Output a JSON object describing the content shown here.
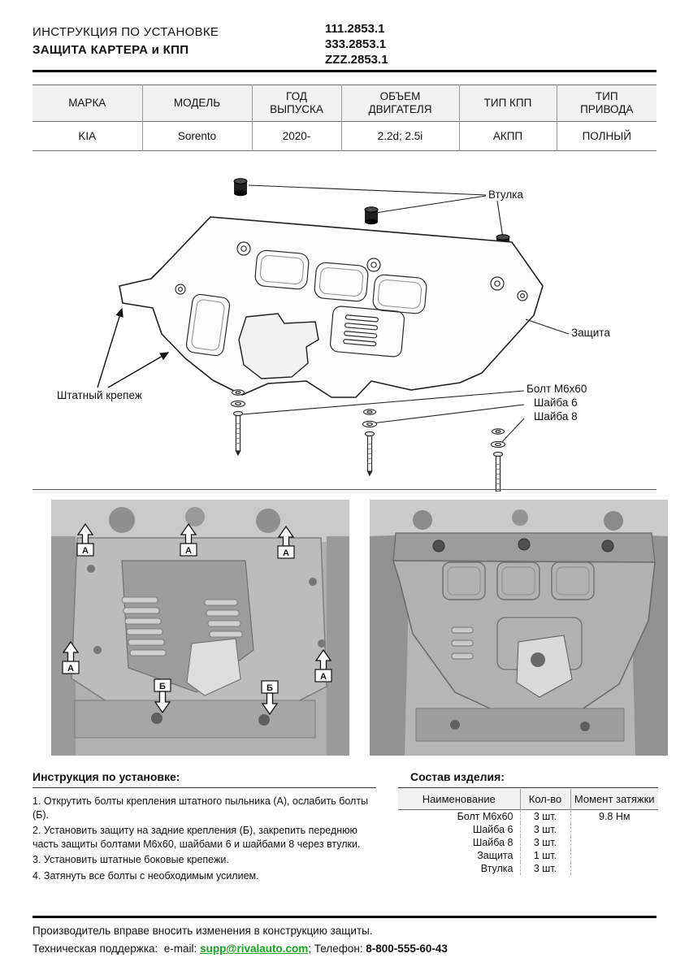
{
  "header": {
    "title_line1": "ИНСТРУКЦИЯ ПО УСТАНОВКЕ",
    "title_line2": "ЗАЩИТА КАРТЕРА и КПП",
    "part_numbers": [
      "111.2853.1",
      "333.2853.1",
      "ZZZ.2853.1"
    ]
  },
  "spec_table": {
    "columns": [
      {
        "header": "МАРКА",
        "value": "KIA"
      },
      {
        "header": "МОДЕЛЬ",
        "value": "Sorento"
      },
      {
        "header": "ГОД\nВЫПУСКА",
        "value": "2020-"
      },
      {
        "header": "ОБЪЕМ\nДВИГАТЕЛЯ",
        "value": "2.2d; 2.5i"
      },
      {
        "header": "ТИП КПП",
        "value": "АКПП"
      },
      {
        "header": "ТИП\nПРИВОДА",
        "value": "ПОЛНЫЙ"
      }
    ]
  },
  "diagram": {
    "labels": {
      "bushing": "Втулка",
      "plate": "Защита",
      "stock_fastener": "Штатный крепеж",
      "bolt": "Болт М6х60",
      "washer6": "Шайба 6",
      "washer8": "Шайба 8"
    }
  },
  "photos": {
    "marker_a": "А",
    "marker_b": "Б"
  },
  "instructions": {
    "title": "Инструкция по установке:",
    "steps": [
      "1. Открутить болты крепления штатного пыльника (А), ослабить болты (Б).",
      "2. Установить защиту на задние крепления (Б), закрепить переднюю часть защиты болтами М6х60, шайбами 6 и шайбами 8 через втулки.",
      "3. Установить штатные боковые крепежи.",
      "4. Затянуть все болты с необходимым усилием."
    ]
  },
  "parts": {
    "title": "Состав изделия:",
    "headers": [
      "Наименование",
      "Кол-во",
      "Момент затяжки"
    ],
    "rows": [
      {
        "name": "Болт М6х60",
        "qty": "3 шт.",
        "torque": "9.8 Нм"
      },
      {
        "name": "Шайба 6",
        "qty": "3 шт.",
        "torque": ""
      },
      {
        "name": "Шайба 8",
        "qty": "3 шт.",
        "torque": ""
      },
      {
        "name": "Защита",
        "qty": "1 шт.",
        "torque": ""
      },
      {
        "name": "Втулка",
        "qty": "3 шт.",
        "torque": ""
      }
    ]
  },
  "footer": {
    "line1": "Производитель вправе вносить изменения в конструкцию защиты.",
    "support_label": "Техническая поддержка:  e-mail: ",
    "email": "supp@rivalauto.com",
    "separator": "; ",
    "phone_label": "Телефон: ",
    "phone": "8-800-555-60-43"
  },
  "colors": {
    "email_green": "#17a221",
    "table_header_bg": "#f1f1f1"
  }
}
